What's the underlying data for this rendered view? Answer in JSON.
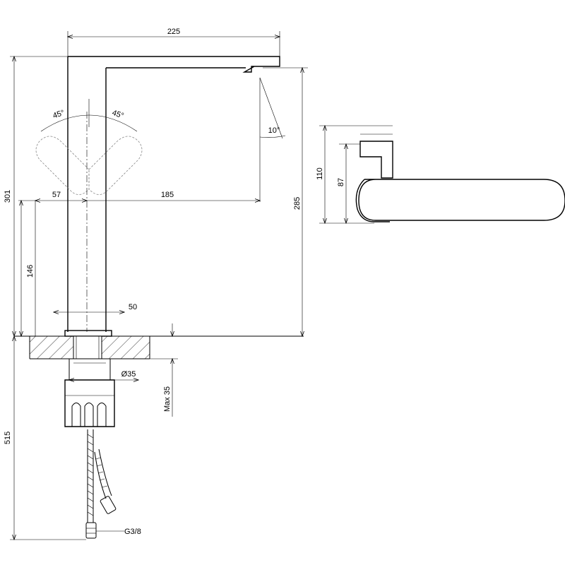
{
  "dimensions": {
    "spout_length": "225",
    "total_height": "301",
    "outlet_height": "285",
    "base_to_lever": "146",
    "lever_offset": "57",
    "outlet_offset": "185",
    "base_width": "50",
    "hole_diameter": "Ø35",
    "max_thickness": "Max 35",
    "hose_length": "515",
    "thread": "G3/8",
    "side_height_total": "110",
    "side_height_spout": "87"
  },
  "angles": {
    "lever_left": "45°",
    "lever_right": "45°",
    "outlet_tilt": "10°"
  },
  "colors": {
    "line": "#000000",
    "background": "#ffffff"
  }
}
